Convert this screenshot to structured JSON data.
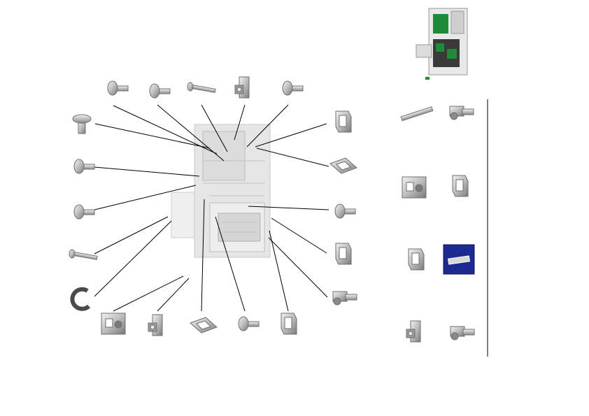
{
  "colors": {
    "part_fill": "#c9c9c9",
    "part_dark": "#6f6f6f",
    "part_light": "#ececec",
    "leader": "#000000",
    "board": "#e4e4e4",
    "pcb_green": "#1f8a3a",
    "highlight": "#1b2a8f"
  },
  "parts": [
    {
      "name": "mushroom-screw-top",
      "icon": "screw-icon"
    },
    {
      "name": "cross-head-screw",
      "icon": "screw-icon"
    },
    {
      "name": "long-bolt-top",
      "icon": "bolt-icon"
    },
    {
      "name": "clamp-bracket-top",
      "icon": "clamp-icon"
    },
    {
      "name": "round-head-screw-top-right",
      "icon": "screw-icon"
    },
    {
      "name": "spring-bracket",
      "icon": "bracket-icon"
    },
    {
      "name": "square-frame",
      "icon": "frame-icon"
    },
    {
      "name": "flat-head-pin",
      "icon": "pin-icon"
    },
    {
      "name": "round-head-screw-left",
      "icon": "screw-icon"
    },
    {
      "name": "washer-screw-left",
      "icon": "screw-icon"
    },
    {
      "name": "long-screw-left",
      "icon": "bolt-icon"
    },
    {
      "name": "retaining-ring",
      "icon": "ring-icon"
    },
    {
      "name": "hex-head-screw-right",
      "icon": "screw-icon"
    },
    {
      "name": "frame-bracket-right",
      "icon": "bracket-icon"
    },
    {
      "name": "clip-right",
      "icon": "clip-icon"
    },
    {
      "name": "terminal-block-bottom",
      "icon": "block-icon"
    },
    {
      "name": "clamp-bottom",
      "icon": "clamp-icon"
    },
    {
      "name": "ring-frame-bottom",
      "icon": "frame-icon"
    },
    {
      "name": "small-screw-bottom",
      "icon": "screw-icon"
    },
    {
      "name": "large-bracket-bottom",
      "icon": "bracket-icon"
    }
  ],
  "catalog": [
    {
      "name": "cable-tie",
      "icon": "tie-icon"
    },
    {
      "name": "clip-catalog-1",
      "icon": "clip-icon"
    },
    {
      "name": "terminal-block-catalog",
      "icon": "block-icon"
    },
    {
      "name": "large-bracket-catalog",
      "icon": "bracket-icon"
    },
    {
      "name": "frame-bracket-catalog",
      "icon": "bracket-icon"
    },
    {
      "name": "connector-strip-highlight",
      "icon": "connector-icon"
    },
    {
      "name": "clamp-catalog",
      "icon": "clamp-icon"
    },
    {
      "name": "clip-catalog-2",
      "icon": "clip-icon"
    }
  ]
}
